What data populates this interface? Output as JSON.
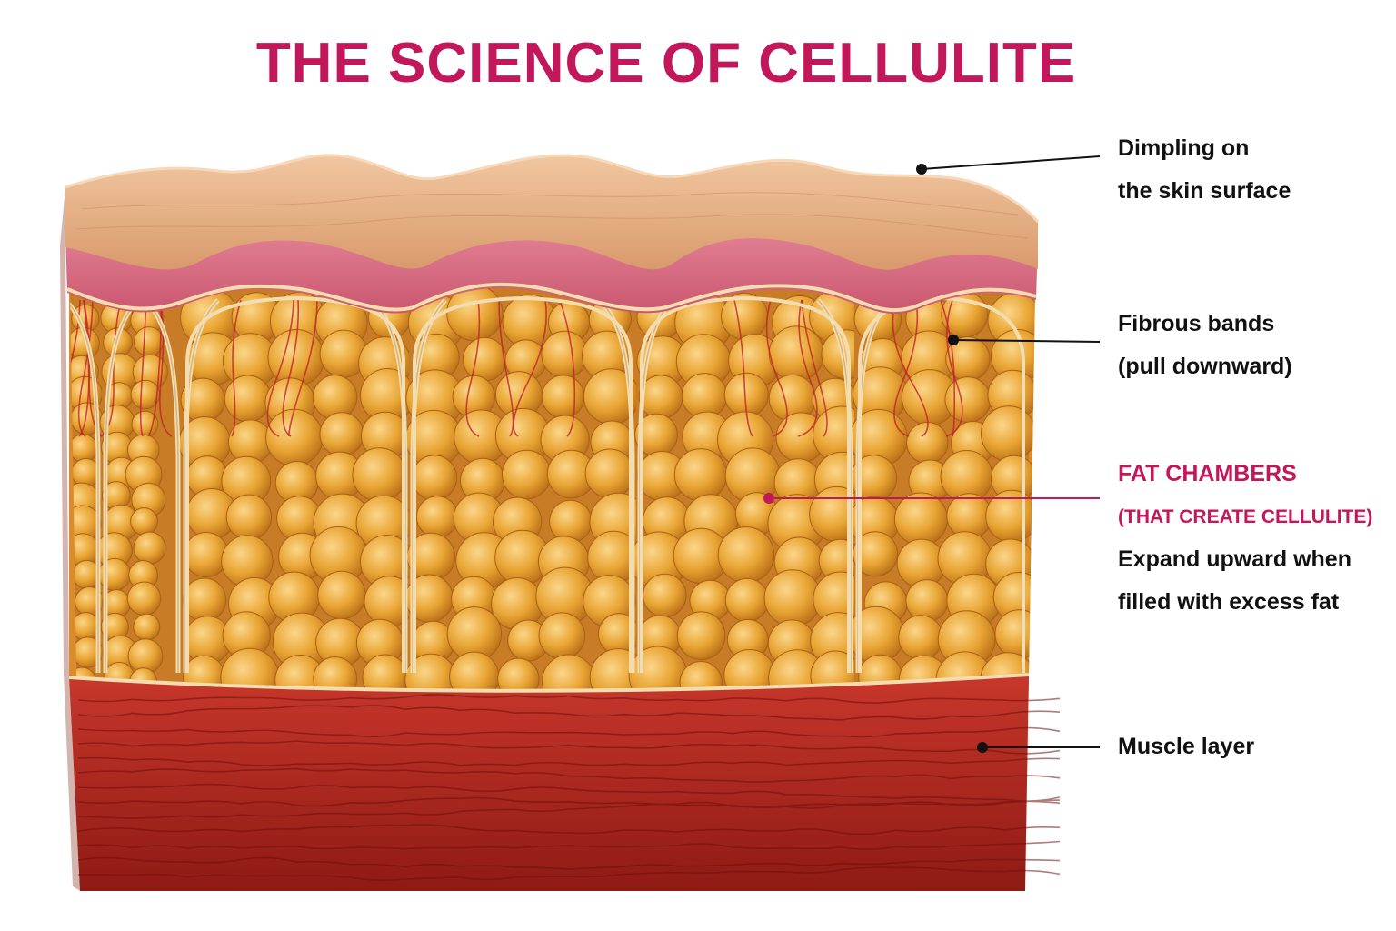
{
  "title": "THE SCIENCE OF CELLULITE",
  "labels": {
    "dimpling": {
      "line1": "Dimpling on",
      "line2": "the skin surface"
    },
    "fibrous": {
      "line1": "Fibrous bands",
      "line2": "(pull downward)"
    },
    "fat": {
      "line1": "FAT CHAMBERS",
      "line2": "(THAT CREATE CELLULITE)",
      "line3": "Expand upward when",
      "line4": "filled with excess fat"
    },
    "muscle": {
      "line1": "Muscle layer"
    }
  },
  "colors": {
    "accent": "#c2185b",
    "skin": "#e8b48c",
    "dermis": "#e07a8c",
    "fat": "#e9a534",
    "band": "#f3ddb0",
    "muscle": "#b3261e",
    "leader": "#111111"
  }
}
